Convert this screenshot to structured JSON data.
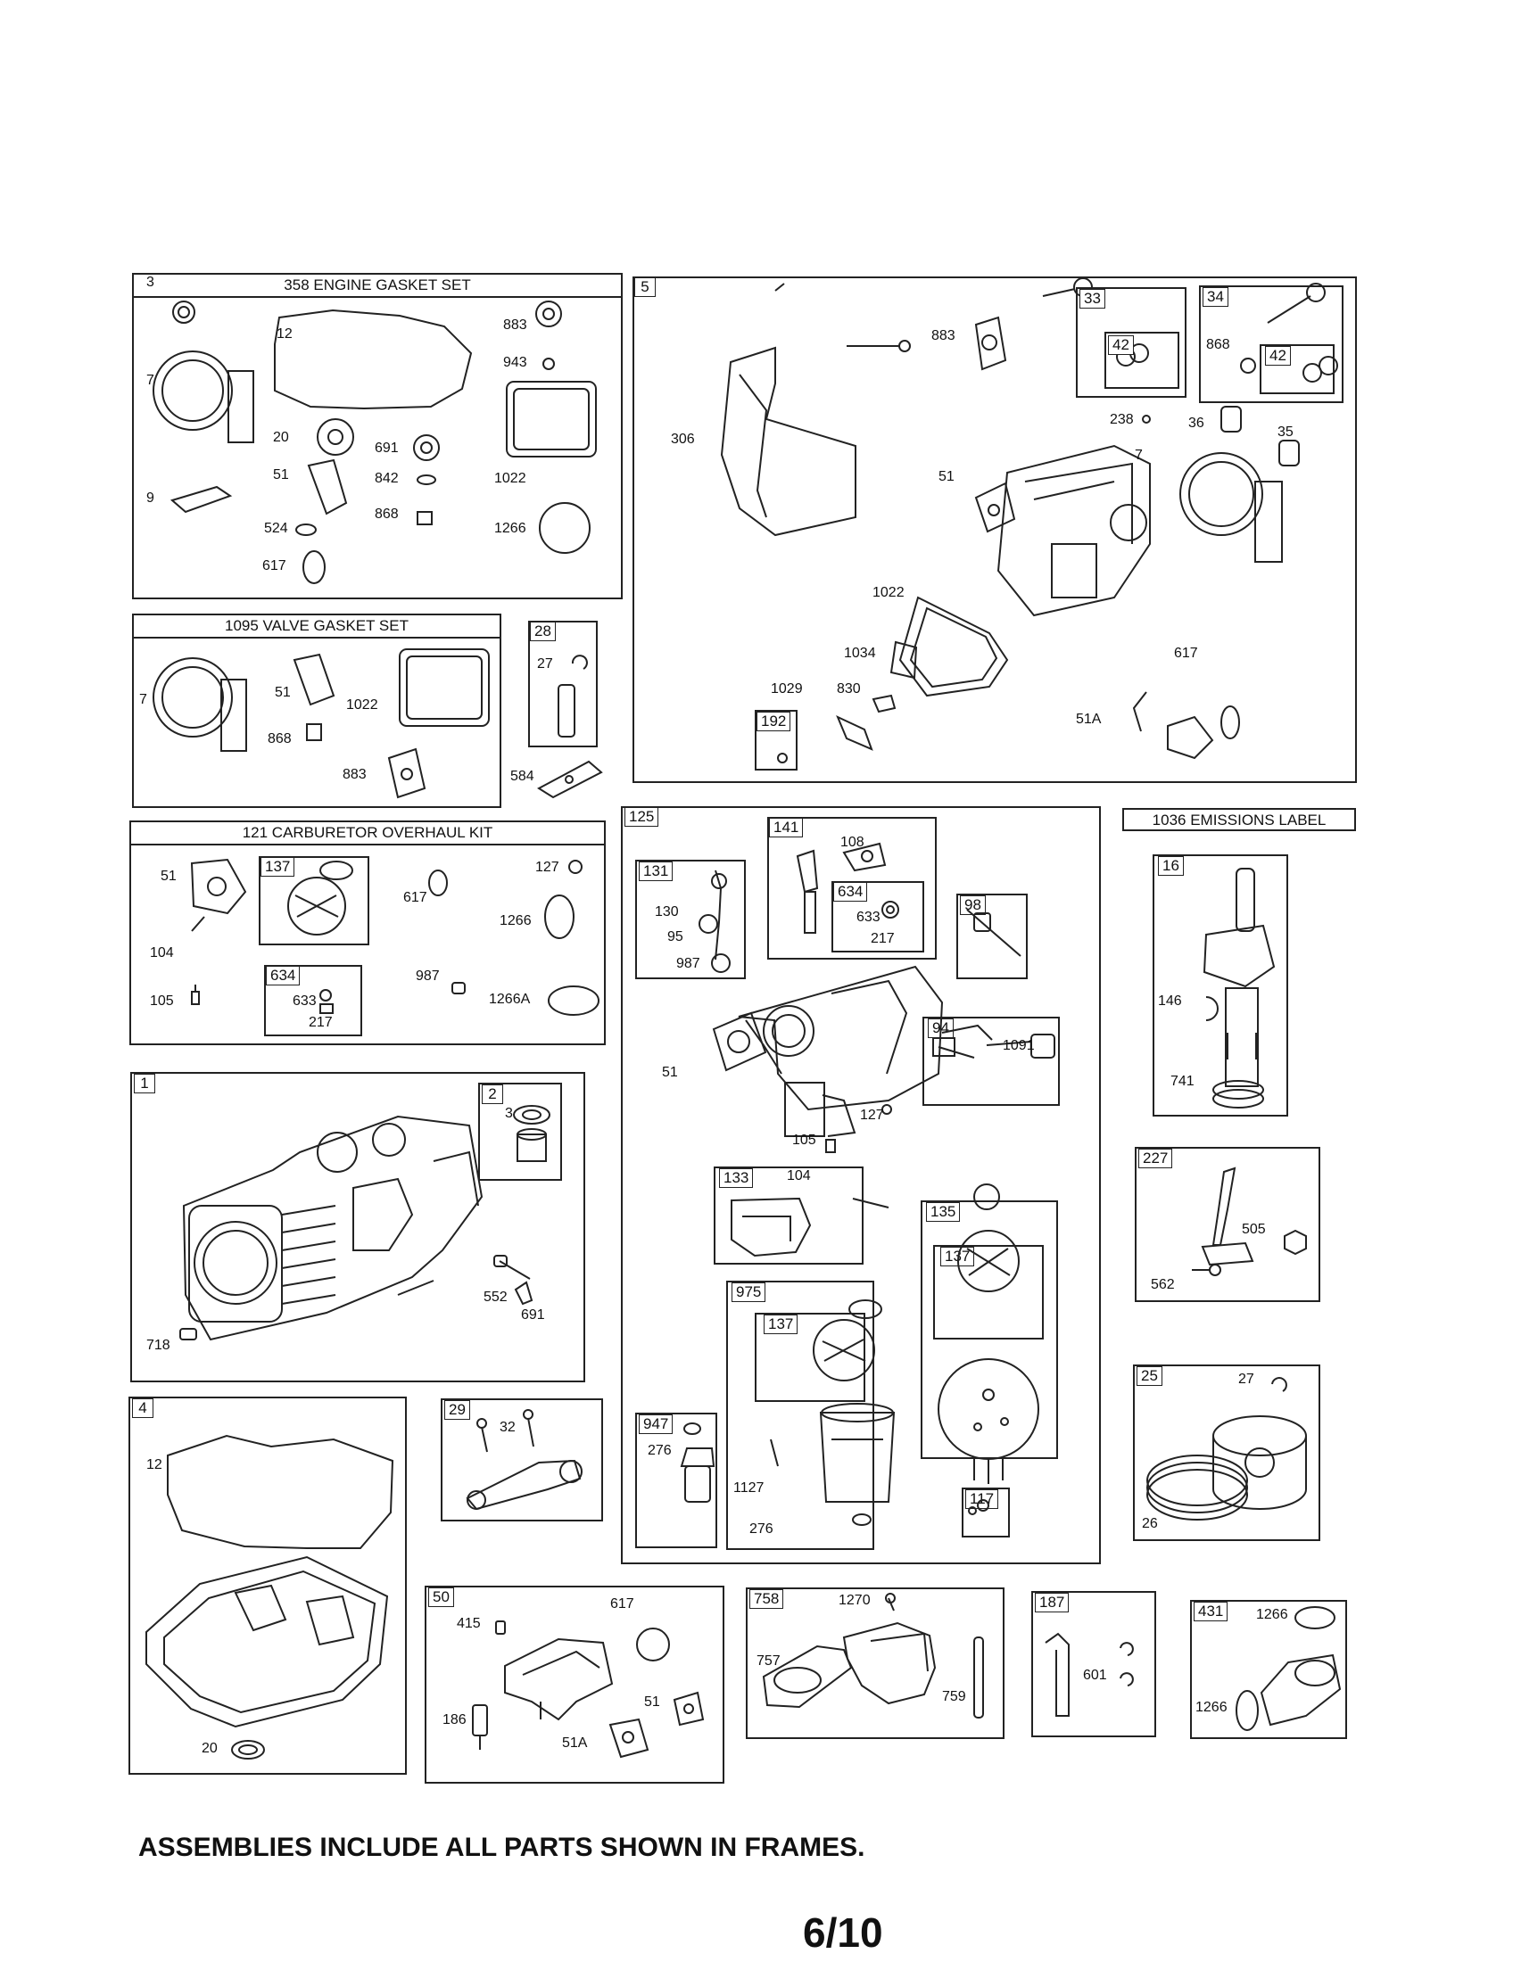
{
  "frames": {
    "engine_gasket_set": {
      "title": "358 ENGINE GASKET SET",
      "labels": [
        "3",
        "12",
        "883",
        "943",
        "7",
        "20",
        "691",
        "842",
        "1022",
        "9",
        "51",
        "868",
        "524",
        "1266",
        "617"
      ]
    },
    "valve_gasket_set": {
      "title": "1095 VALVE GASKET SET",
      "labels": [
        "7",
        "51",
        "1022",
        "868",
        "883"
      ]
    },
    "carb_overhaul_kit": {
      "title": "121 CARBURETOR OVERHAUL KIT",
      "labels": [
        "51",
        "127",
        "617",
        "1266",
        "104",
        "987",
        "1266A",
        "105",
        "633",
        "217"
      ],
      "sub_tags": [
        "137",
        "634"
      ]
    },
    "cylinder_head": {
      "tag": "5",
      "labels": [
        "883",
        "306",
        "238",
        "36",
        "35",
        "7",
        "51",
        "1022",
        "1034",
        "617",
        "1029",
        "830",
        "51A"
      ],
      "sub_tags": [
        "33",
        "34",
        "42",
        "42",
        "192"
      ],
      "sub_labels": [
        "868"
      ]
    },
    "frame_28": {
      "tag": "28",
      "labels": [
        "27"
      ]
    },
    "carburetor": {
      "tag": "125",
      "labels": [
        "108",
        "130",
        "95",
        "987",
        "633",
        "217",
        "51",
        "1091",
        "105",
        "127",
        "104",
        "276",
        "1127",
        "276"
      ],
      "sub_tags": [
        "141",
        "131",
        "634",
        "98",
        "94",
        "133",
        "135",
        "137",
        "975",
        "137",
        "947",
        "117"
      ]
    },
    "emissions_label": {
      "title": "1036 EMISSIONS LABEL"
    },
    "crankshaft": {
      "tag": "16",
      "labels": [
        "146",
        "741"
      ]
    },
    "governor": {
      "tag": "227",
      "labels": [
        "505",
        "562"
      ]
    },
    "piston": {
      "tag": "25",
      "labels": [
        "27",
        "26"
      ]
    },
    "cylinder": {
      "tag": "1",
      "labels": [
        "552",
        "691",
        "718"
      ],
      "sub_tags": [
        "2"
      ],
      "sub_labels": [
        "3"
      ]
    },
    "sump": {
      "tag": "4",
      "labels": [
        "12",
        "20"
      ]
    },
    "conn_rod": {
      "tag": "29",
      "labels": [
        "32"
      ]
    },
    "oil_filter_adapter": {
      "tag": "50",
      "labels": [
        "415",
        "617",
        "186",
        "51",
        "51A"
      ]
    },
    "air_cleaner_base": {
      "tag": "758",
      "labels": [
        "1270",
        "757",
        "759"
      ]
    },
    "breather_tube": {
      "tag": "187",
      "labels": [
        "601"
      ]
    },
    "intake_elbow": {
      "tag": "431",
      "labels": [
        "1266",
        "1266"
      ]
    },
    "standalone": {
      "label_584": "584"
    }
  },
  "footer_text": "ASSEMBLIES INCLUDE ALL PARTS SHOWN IN FRAMES.",
  "page_number": "6/10"
}
